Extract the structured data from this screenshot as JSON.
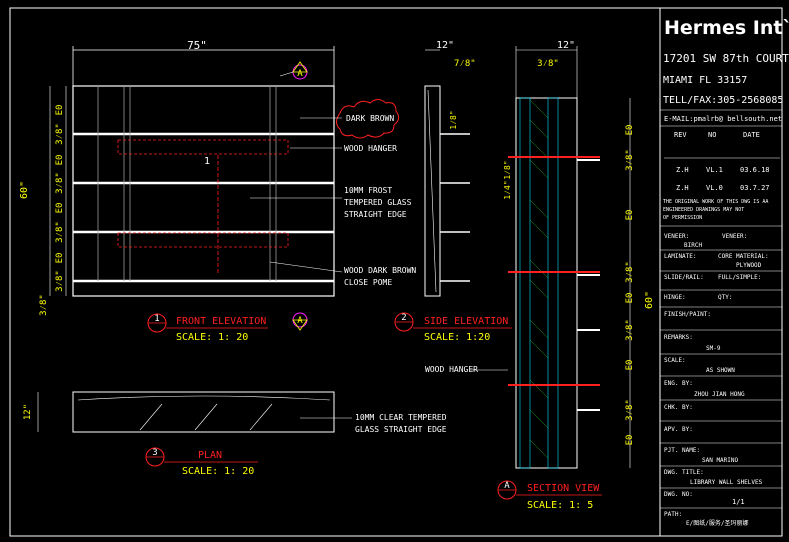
{
  "colors": {
    "background": "#000000",
    "white": "#ffffff",
    "red": "#ff2020",
    "yellow": "#ffff00",
    "cyan": "#00e0ff",
    "magenta": "#ff20ff",
    "green": "#30ff30",
    "gray": "#9a9a9a"
  },
  "front": {
    "width_dim": "75\"",
    "height_dim": "60\"",
    "tag": "A",
    "tag_bottom": "A",
    "labels": {
      "dark_brown": "DARK BROWN",
      "wood_hanger": "WOOD HANGER",
      "glass1": "10MM FROST",
      "glass2": "TEMPERED GLASS",
      "glass3": "STRAIGHT EDGE",
      "pome1": "WOOD DARK BROWN",
      "pome2": "CLOSE POME"
    },
    "left_dims": [
      "E0",
      "3⁄8\"",
      "E0",
      "3⁄8\"",
      "E0",
      "3⁄8\"",
      "E0",
      "3⁄8\""
    ],
    "bottom_dim": "3⁄8\"",
    "marker_num": "1"
  },
  "side": {
    "width_dim": "12\"",
    "sub_dim": "7⁄8\"",
    "mid_dim": "1⁄8\"",
    "marker_num": "2"
  },
  "section": {
    "width_dim": "12\"",
    "sub_dim": "3⁄8\"",
    "right_dims": [
      "E0",
      "3⁄8\"",
      "E0",
      "3⁄8\"",
      "E0",
      "3⁄8\"",
      "E0",
      "3⁄8\"",
      "E0"
    ],
    "side_dim": "60\"",
    "left_dims": [
      "1⁄8\"",
      "1⁄4\""
    ],
    "wood_hanger": "WOOD HANGER",
    "marker_num": "A"
  },
  "plan": {
    "height_dim": "12\"",
    "glass1": "10MM CLEAR TEMPERED",
    "glass2": "GLASS STRAIGHT EDGE",
    "marker_num": "3"
  },
  "titles": {
    "front": "FRONT ELEVATION",
    "front_scale": "SCALE: 1: 20",
    "side": "SIDE ELEVATION",
    "side_scale": "SCALE: 1:20",
    "plan": "PLAN",
    "plan_scale": "SCALE: 1: 20",
    "section": "SECTION VIEW",
    "section_scale": "SCALE: 1: 5"
  },
  "titleblock": {
    "company": "Hermes Int`l",
    "address1": "17201 SW 87th COURT",
    "address2": "MIAMI FL 33157",
    "tel": "TELL/FAX:305-2568085",
    "email": "E-MAIL:pmalrb@ bellsouth.net",
    "rev_header": [
      "REV",
      "NO",
      "DATE"
    ],
    "rev_rows": [
      [
        "Z.H",
        "VL.1",
        "03.6.18"
      ],
      [
        "Z.H",
        "VL.0",
        "03.7.27"
      ]
    ],
    "notice1": "THE ORIGINAL WORK OF THIS DWG IS AA",
    "notice2": "ENGINEERED DRAWINGS MAY NOT",
    "notice3": "OF PERMISSION",
    "veneer_label": "VENEER:",
    "veneer_val": "BIRCH",
    "veneer2_label": "VENEER:",
    "laminate_label": "LAMINATE:",
    "core_label": "CORE MATERIAL:",
    "core_val": "PLYWOOD",
    "slide_label": "SLIDE/RAIL:",
    "slide_val": "FULL/SIMPLE:",
    "hinge_label": "HINGE:",
    "qty_label": "QTY:",
    "finish_label": "FINISH/PAINT:",
    "remarks_label": "REMARKS:",
    "remarks_val": "SM-9",
    "scale_label": "SCALE:",
    "scale_val": "AS SHOWN",
    "eng_label": "ENG. BY:",
    "eng_val": "ZHOU JIAN HONG",
    "chk_label": "CHK. BY:",
    "apv_label": "APV. BY:",
    "pjt_label": "PJT. NAME:",
    "pjt_val": "SAN MARINO",
    "dwg_title_label": "DWG. TITLE:",
    "dwg_title_val": "LIBRARY WALL SHELVES",
    "dwg_no_label": "DWG. NO:",
    "dwg_no_val": "1/1",
    "path_label": "PATH:",
    "path_val": "E/图纸/服务/圣玛丽娜"
  }
}
